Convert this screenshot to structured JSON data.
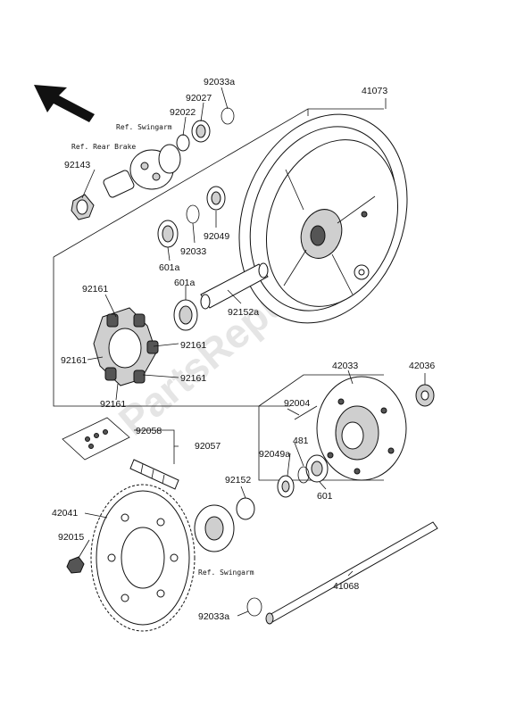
{
  "watermark": "PartsRepublik",
  "labels": {
    "p41073": "41073",
    "p92033a_top": "92033a",
    "p92027": "92027",
    "p92022": "92022",
    "ref_swingarm_top": "Ref. Swingarm",
    "ref_rear_brake": "Ref. Rear Brake",
    "p92143": "92143",
    "p92049": "92049",
    "p92033": "92033",
    "p601a_left": "601a",
    "p601a_mid": "601a",
    "p92152a": "92152a",
    "p92161_top": "92161",
    "p92161_r1": "92161",
    "p92161_l": "92161",
    "p92161_r2": "92161",
    "p92161_bottom": "92161",
    "p42033": "42033",
    "p42036": "42036",
    "p92004": "92004",
    "p92058": "92058",
    "p92057": "92057",
    "p481": "481",
    "p92049a": "92049a",
    "p92152": "92152",
    "p601": "601",
    "p42041": "42041",
    "p92015": "92015",
    "ref_swingarm_bottom": "Ref. Swingarm",
    "p41068": "41068",
    "p92033a_bottom": "92033a"
  }
}
